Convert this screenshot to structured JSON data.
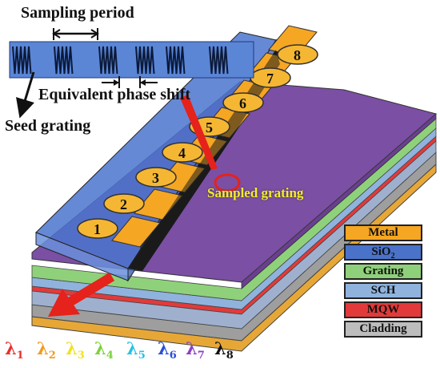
{
  "labels": {
    "sampling_period": "Sampling period",
    "equivalent_phase_shift": "Equivalent phase shift",
    "seed_grating": "Seed grating",
    "sampled_grating": "Sampled grating"
  },
  "pads": [
    "1",
    "2",
    "3",
    "4",
    "5",
    "6",
    "7",
    "8"
  ],
  "legend": [
    {
      "name": "Metal",
      "label": "Metal",
      "color": "#f5a623"
    },
    {
      "name": "SiO2",
      "label": "SiO",
      "sub": "2",
      "color": "#4a72c8"
    },
    {
      "name": "Grating",
      "label": "Grating",
      "color": "#8fd17a"
    },
    {
      "name": "SCH",
      "label": "SCH",
      "color": "#8fb3dd"
    },
    {
      "name": "MQW",
      "label": "MQW",
      "color": "#e23a3a"
    },
    {
      "name": "Cladding",
      "label": "Cladding",
      "color": "#bdbdbd"
    }
  ],
  "wavelengths": [
    {
      "sym": "λ",
      "sub": "1",
      "color": "#e8312b"
    },
    {
      "sym": "λ",
      "sub": "2",
      "color": "#f39a1e"
    },
    {
      "sym": "λ",
      "sub": "3",
      "color": "#f2e21b"
    },
    {
      "sym": "λ",
      "sub": "4",
      "color": "#7cd13b"
    },
    {
      "sym": "λ",
      "sub": "5",
      "color": "#28c0e6"
    },
    {
      "sym": "λ",
      "sub": "6",
      "color": "#2a4fd6"
    },
    {
      "sym": "λ",
      "sub": "7",
      "color": "#8b3fc6"
    },
    {
      "sym": "λ",
      "sub": "8",
      "color": "#111111"
    }
  ]
}
